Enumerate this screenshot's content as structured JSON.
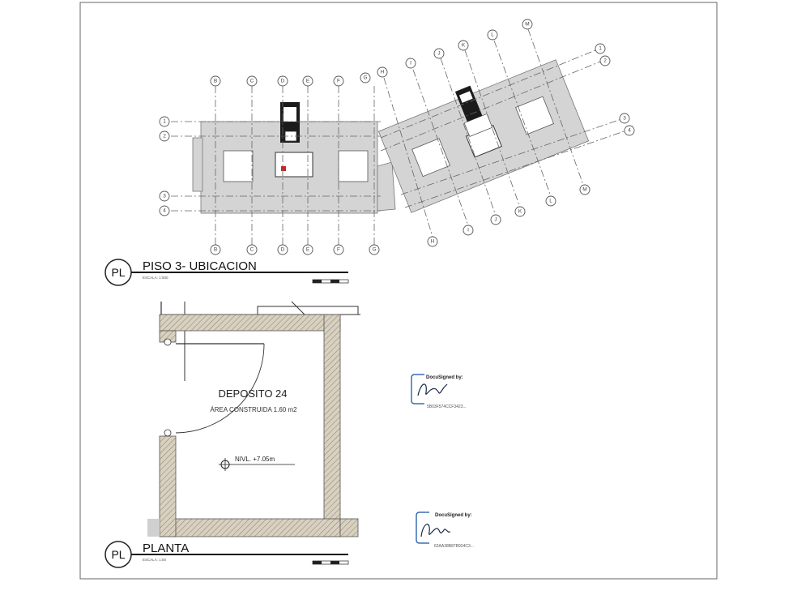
{
  "plans": {
    "location": {
      "badge": "PL",
      "title": "PISO 3- UBICACION",
      "scale": "ESCALA: 1:500"
    },
    "unit": {
      "badge": "PL",
      "title": "PLANTA",
      "scale": "ESCALA: 1:50",
      "room_name": "DEPOSITO 24",
      "room_area": "ÁREA CONSTRUIDA 1.60 m2",
      "level": "NIVL. +7.05m"
    }
  },
  "grid": {
    "top_axes": [
      "B",
      "C",
      "D",
      "E",
      "F",
      "G",
      "H",
      "I",
      "J",
      "K",
      "L",
      "M"
    ],
    "bottom_axes": [
      "B",
      "C",
      "D",
      "E",
      "F",
      "G",
      "H",
      "I",
      "J",
      "K",
      "L",
      "M"
    ],
    "row_axes": [
      "1",
      "2",
      "3",
      "4"
    ]
  },
  "signatures": [
    {
      "header": "DocuSigned by:",
      "code": "5B03F574CCF3423..."
    },
    {
      "header": "DocuSigned by:",
      "code": "62AA38B87B934C3..."
    }
  ],
  "colors": {
    "slab": "#d4d4d4",
    "wall_hatch": "#c8bca8",
    "docusign": "#3a6fb5"
  }
}
